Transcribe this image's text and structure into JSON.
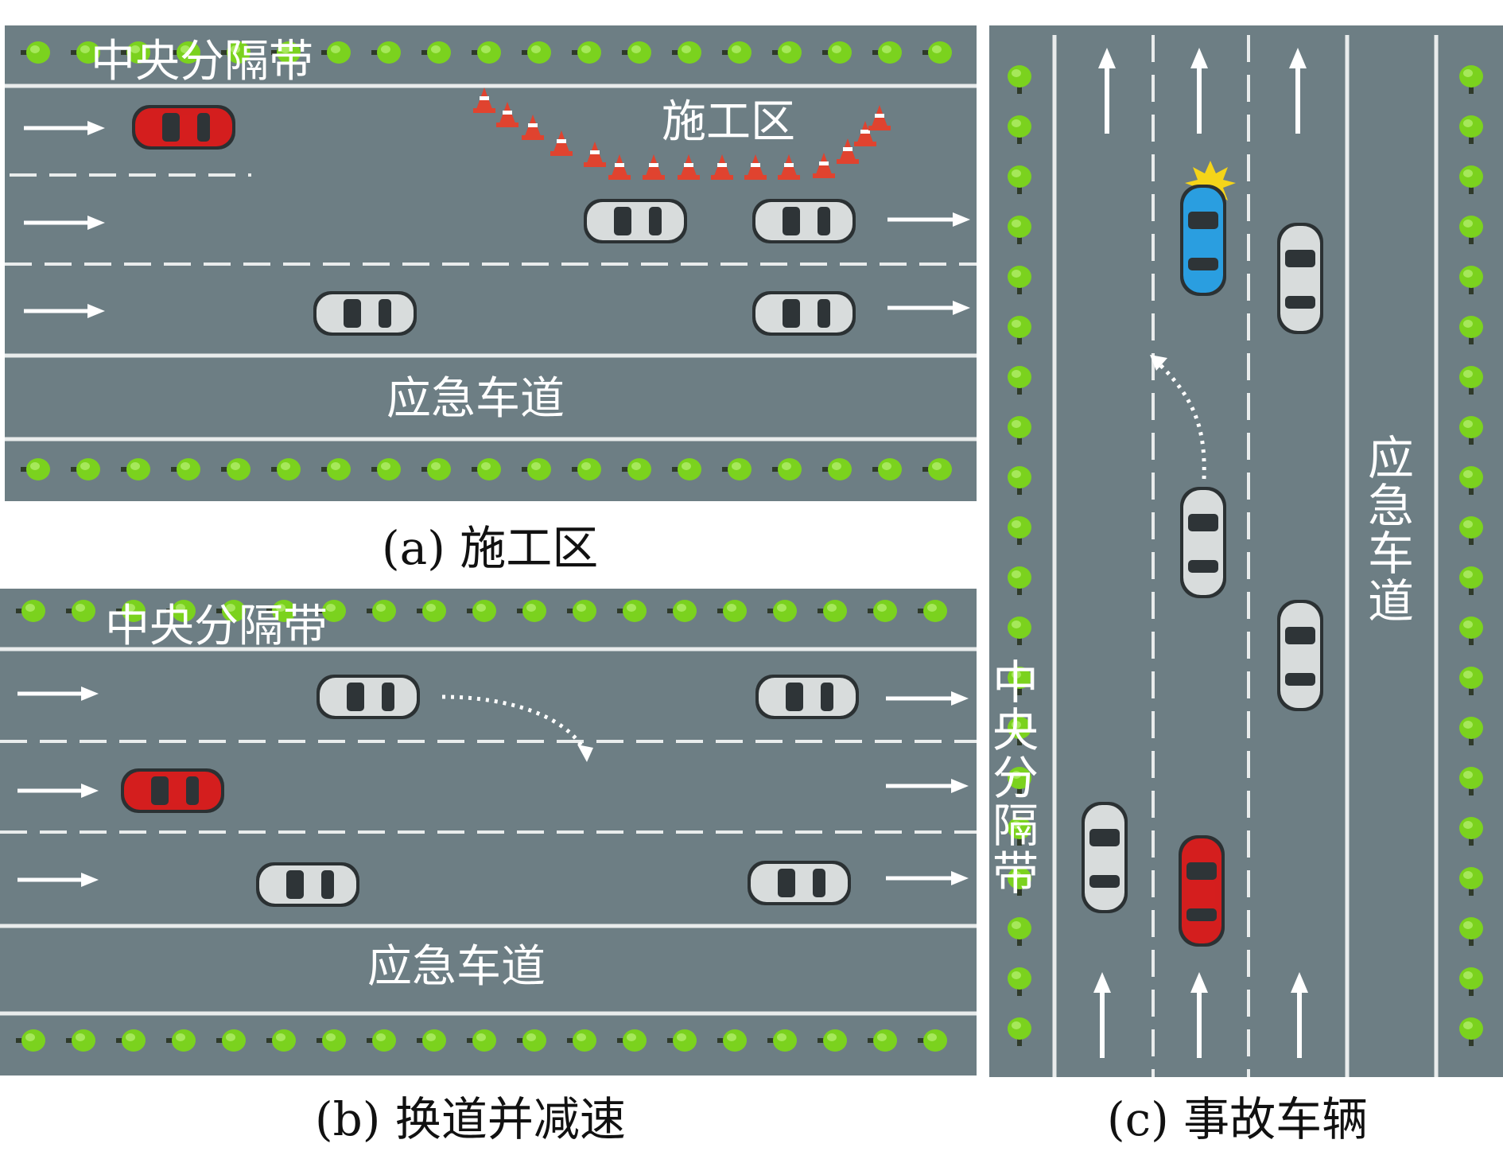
{
  "panel_a": {
    "median_label": "中央分隔带",
    "work_zone_label": "施工区",
    "emergency_label": "应急车道",
    "caption": "(a) 施工区"
  },
  "panel_b": {
    "median_label": "中央分隔带",
    "emergency_label": "应急车道",
    "caption": "(b) 换道并减速"
  },
  "panel_c": {
    "median_label_chars": [
      "中",
      "央",
      "分",
      "隔",
      "带"
    ],
    "emergency_label_chars": [
      "应",
      "急",
      "车",
      "道"
    ],
    "caption": "(c) 事故车辆"
  },
  "colors": {
    "road": "#6d7e84",
    "line": "#e9ecec",
    "tree": "#7bd21e",
    "ego_car": "#d41e1e",
    "accident_car": "#2a9ee0",
    "other_car": "#d8dcdc",
    "cone": "#e0432f",
    "flash": "#f5d419"
  },
  "icons": [
    "tree-icon",
    "lane-arrow-icon",
    "car-icon",
    "traffic-cone-icon",
    "crash-flash-icon",
    "lane-change-path-icon"
  ]
}
